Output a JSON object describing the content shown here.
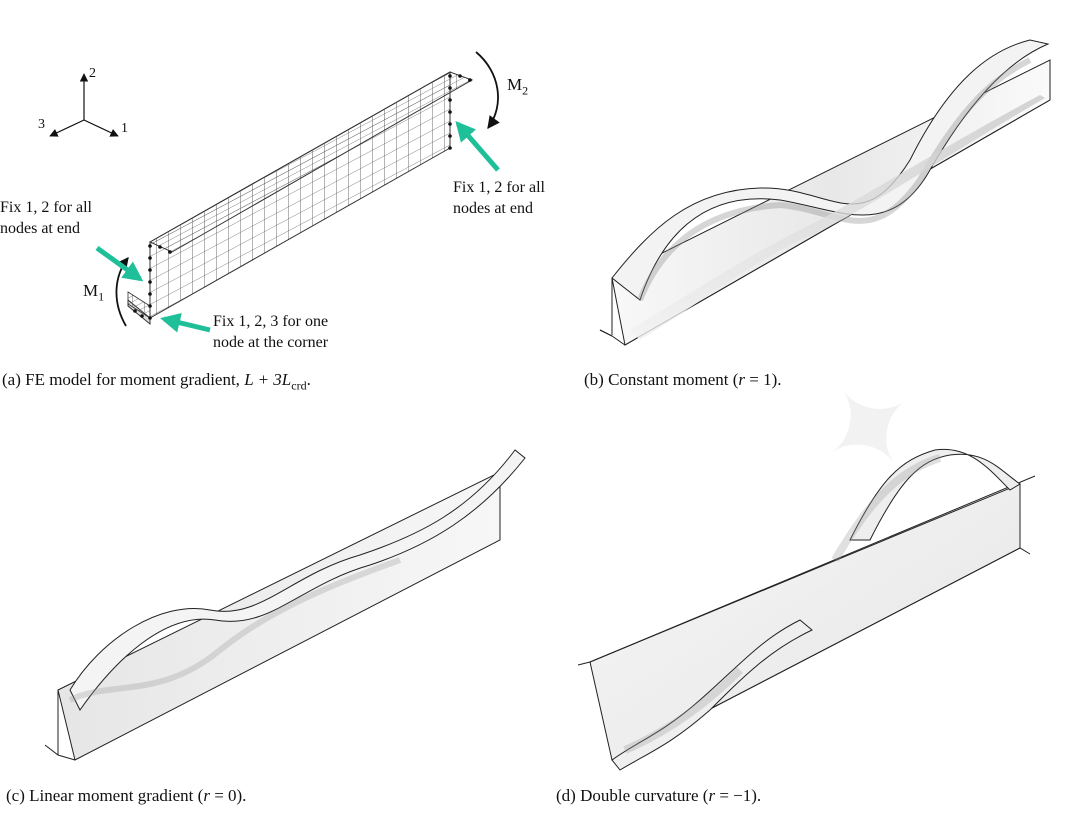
{
  "panels": {
    "a": {
      "caption_prefix": "(a) FE model for moment gradient, ",
      "caption_math": "L + 3L",
      "caption_sub": "crd",
      "caption_suffix": ".",
      "axes": {
        "x": "1",
        "y": "2",
        "z": "3"
      },
      "moments": {
        "m1": "M",
        "m1_sub": "1",
        "m2": "M",
        "m2_sub": "2"
      },
      "annotations": {
        "left_end": "Fix 1, 2 for all\nnodes at end",
        "right_end": "Fix 1, 2 for all\nnodes at end",
        "corner": "Fix 1, 2, 3 for one\nnode at the corner"
      }
    },
    "b": {
      "caption_prefix": "(b) Constant moment (",
      "caption_math": "r",
      "caption_suffix": " = 1)."
    },
    "c": {
      "caption_prefix": "(c) Linear moment gradient (",
      "caption_math": "r",
      "caption_suffix": " = 0)."
    },
    "d": {
      "caption_prefix": "(d) Double curvature (",
      "caption_math": "r",
      "caption_suffix": " = −1)."
    }
  },
  "colors": {
    "arrow_teal": "#1fbf9a",
    "mesh": "#555555",
    "shade_dark": "#8a8a8a",
    "shade_light": "#f4f4f4"
  }
}
